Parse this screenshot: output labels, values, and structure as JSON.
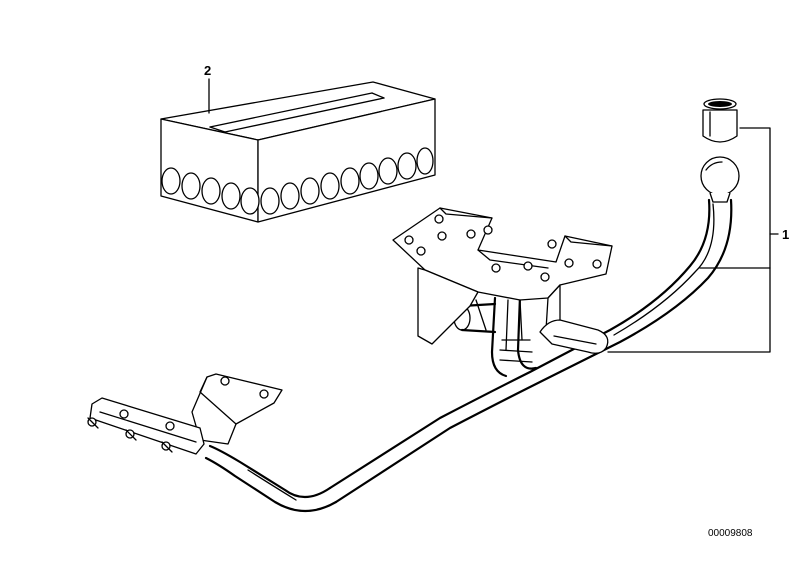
{
  "diagram": {
    "callouts": [
      {
        "id": "1",
        "label": "1"
      },
      {
        "id": "2",
        "label": "2"
      }
    ],
    "part_code": "00009808"
  }
}
